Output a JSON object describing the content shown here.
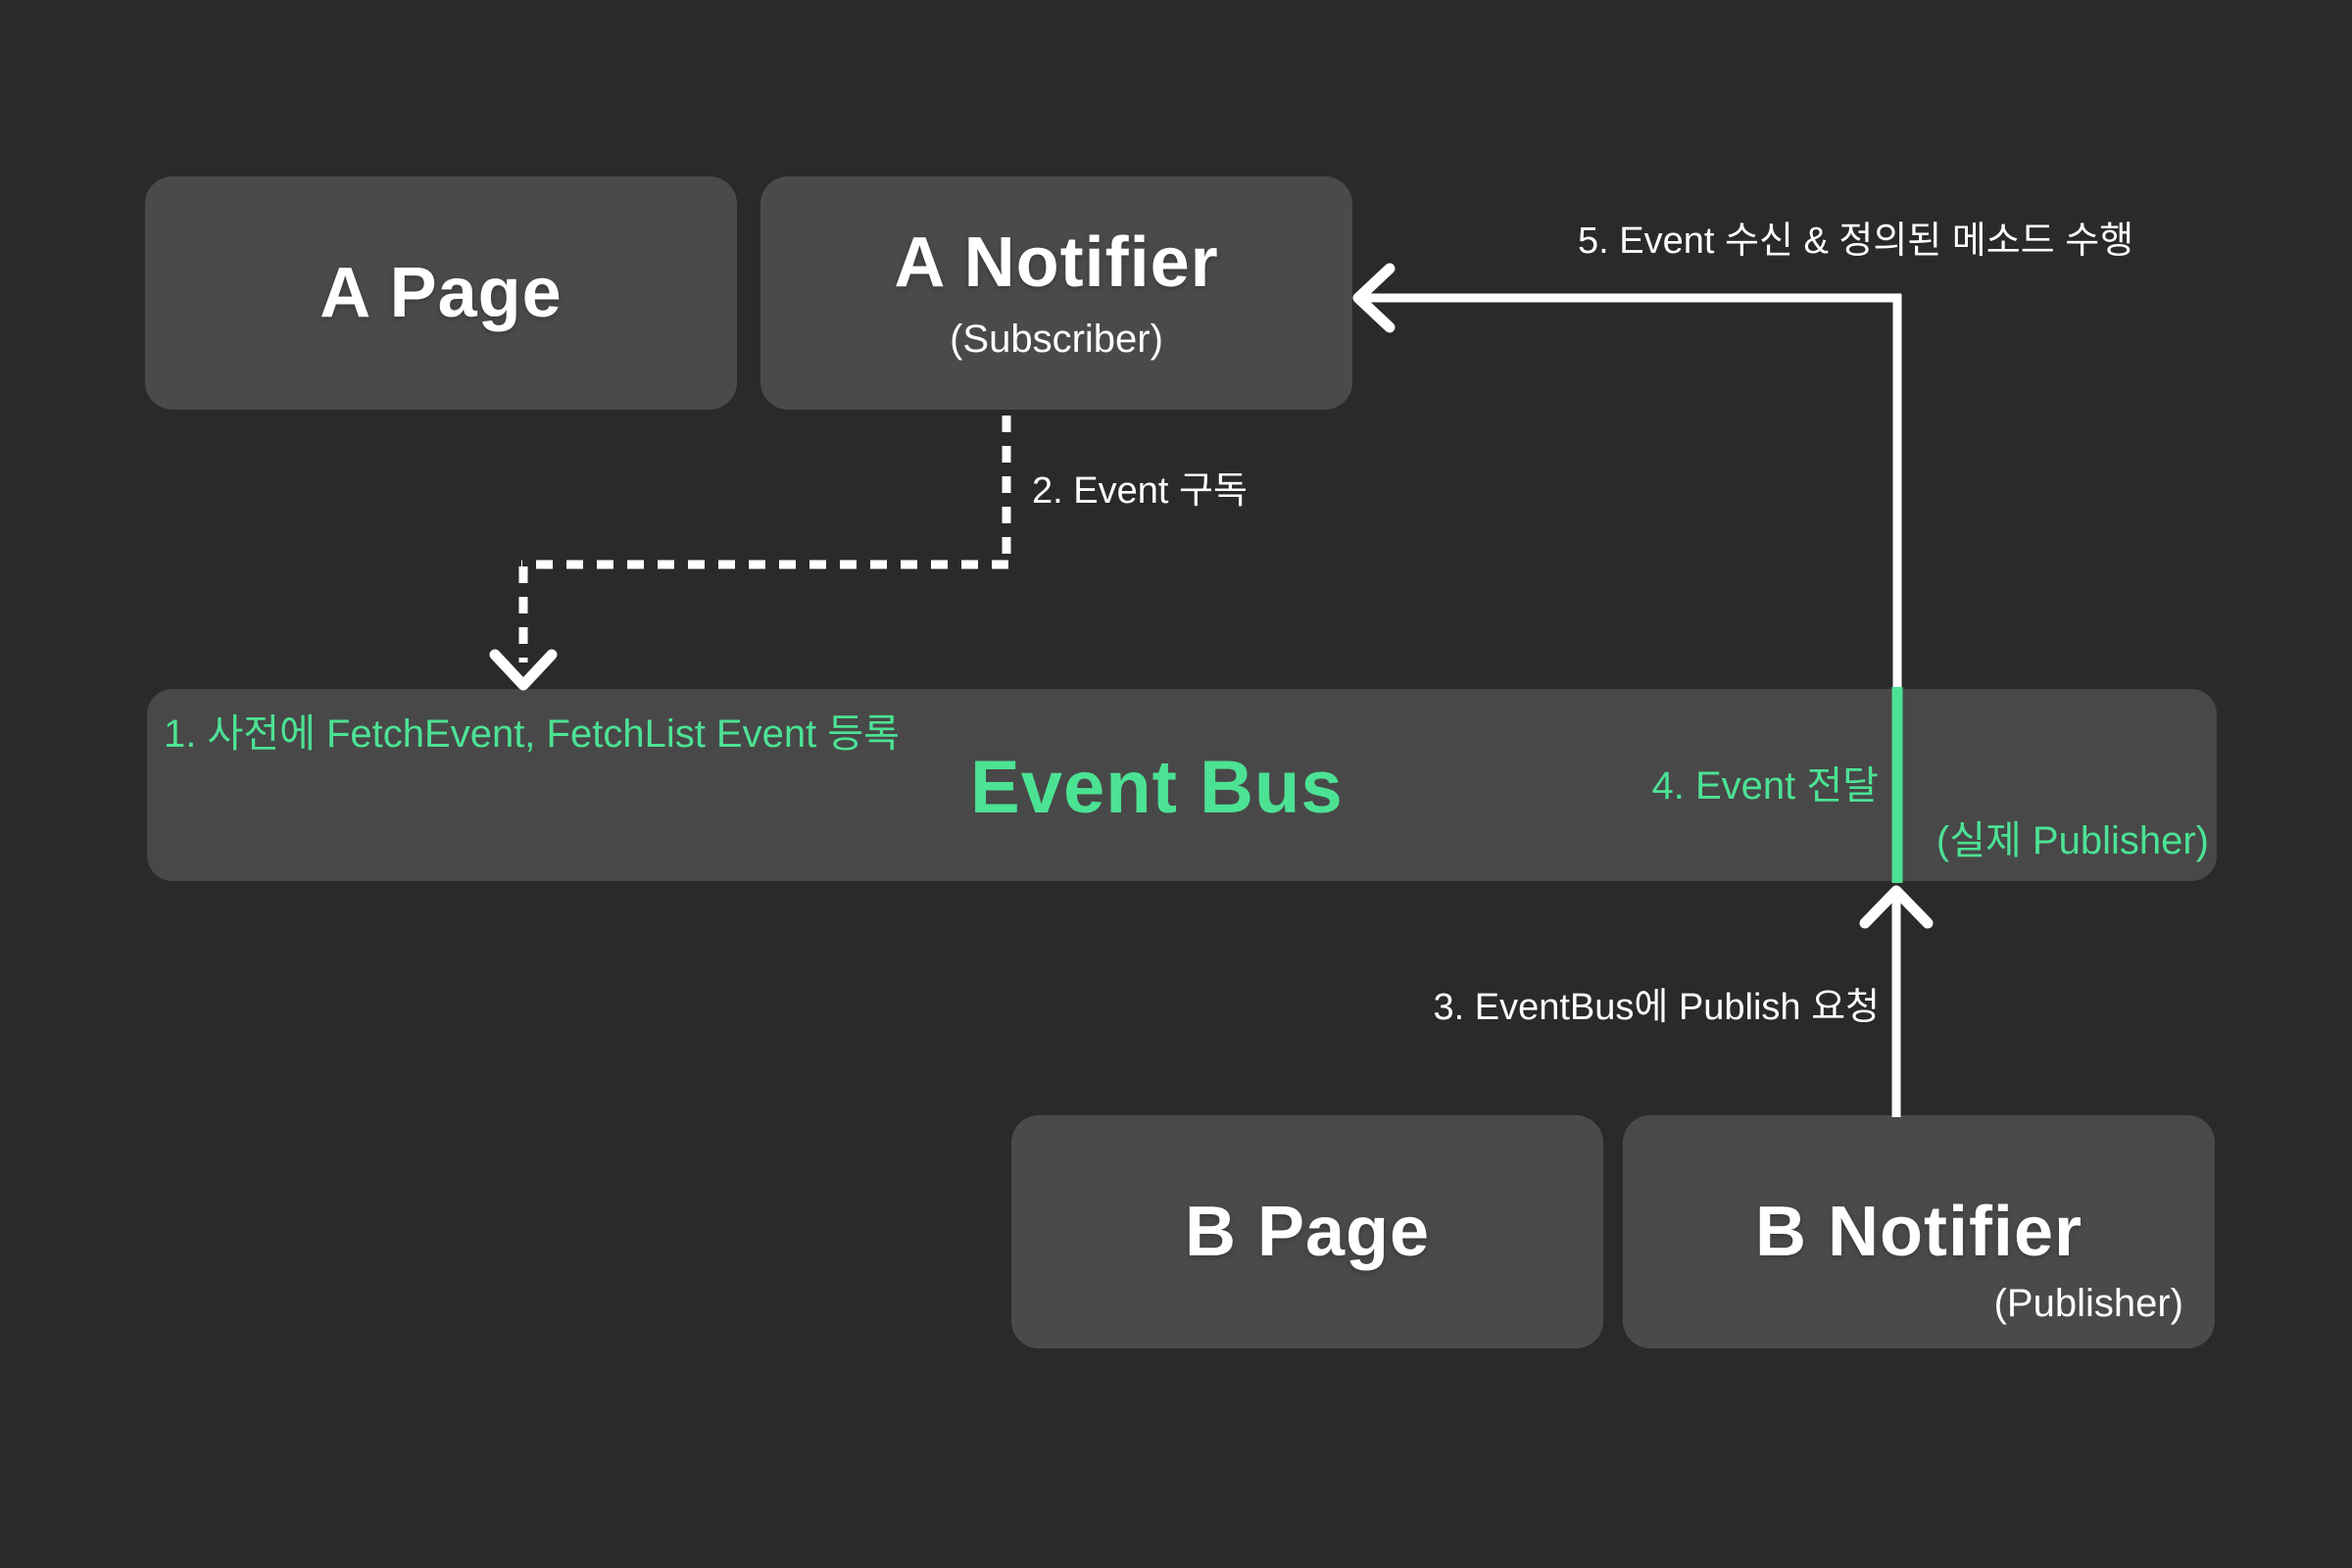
{
  "colors": {
    "background": "#2a2a2b",
    "box_fill": "#4a4a4a",
    "bus_fill": "#484848",
    "text": "#ffffff",
    "accent_green": "#4ce294"
  },
  "boxes": {
    "a_page": {
      "title": "A Page"
    },
    "a_notifier": {
      "title": "A Notifier",
      "subtitle": "(Subscriber)"
    },
    "b_page": {
      "title": "B Page"
    },
    "b_notifier": {
      "title": "B Notifier",
      "subtitle": "(Publisher)"
    }
  },
  "event_bus": {
    "title": "Event Bus",
    "note_register": "1. 사전에 FetchEvent, FetchList Event 등록",
    "note_deliver": "4. Event 전달",
    "note_actual_publisher": "(실제 Publisher)"
  },
  "steps": {
    "step2": "2. Event 구독",
    "step3": "3. EventBus에 Publish 요청",
    "step5": "5. Event 수신 & 정의된 메소드 수행"
  }
}
